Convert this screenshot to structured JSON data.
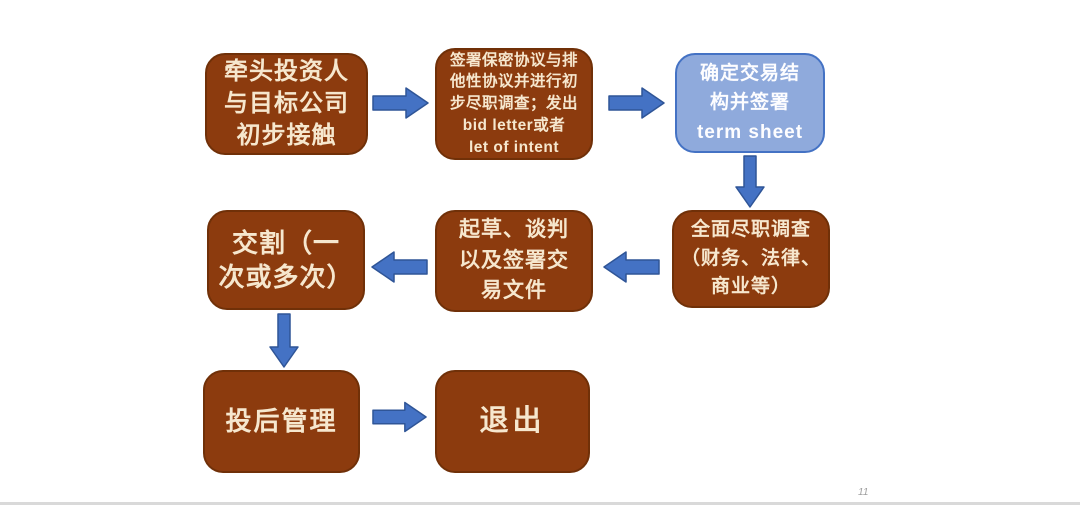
{
  "page": {
    "background": "#ffffff",
    "footer_page_number": "11"
  },
  "colors": {
    "node_brown_fill": "#8C3B0E",
    "node_brown_border": "#703008",
    "node_brown_text": "#F6E7CE",
    "node_blue_fill": "#8FAADC",
    "node_blue_border": "#4472C4",
    "node_blue_text": "#FDFDFF",
    "arrow_fill": "#4472C4",
    "arrow_stroke": "#2F5597",
    "footer_divider": "#D9D9D9"
  },
  "flowchart": {
    "nodes": [
      {
        "id": "initial-contact",
        "style": "brown",
        "label": "牵头投资人\n与目标公司\n初步接触"
      },
      {
        "id": "nda-preliminary-dd",
        "style": "brown",
        "label": "签署保密协议与排\n他性协议并进行初\n步尽职调查；发出\nbid letter或者\nlet of intent"
      },
      {
        "id": "term-sheet",
        "style": "blue",
        "label": "确定交易结\n构并签署\nterm sheet"
      },
      {
        "id": "full-due-diligence",
        "style": "brown",
        "label": "全面尽职调查\n（财务、法律、\n商业等）"
      },
      {
        "id": "draft-negotiate-sign",
        "style": "brown",
        "label": "起草、谈判\n以及签署交\n易文件"
      },
      {
        "id": "closing",
        "style": "brown",
        "label": "交割（一\n次或多次）"
      },
      {
        "id": "post-investment-management",
        "style": "brown",
        "label": "投后管理"
      },
      {
        "id": "exit",
        "style": "brown",
        "label": "退出"
      }
    ],
    "arrows": [
      {
        "from": "initial-contact",
        "to": "nda-preliminary-dd",
        "direction": "right"
      },
      {
        "from": "nda-preliminary-dd",
        "to": "term-sheet",
        "direction": "right"
      },
      {
        "from": "term-sheet",
        "to": "full-due-diligence",
        "direction": "down"
      },
      {
        "from": "full-due-diligence",
        "to": "draft-negotiate-sign",
        "direction": "left"
      },
      {
        "from": "draft-negotiate-sign",
        "to": "closing",
        "direction": "left"
      },
      {
        "from": "closing",
        "to": "post-investment-management",
        "direction": "down"
      },
      {
        "from": "post-investment-management",
        "to": "exit",
        "direction": "right"
      }
    ]
  }
}
